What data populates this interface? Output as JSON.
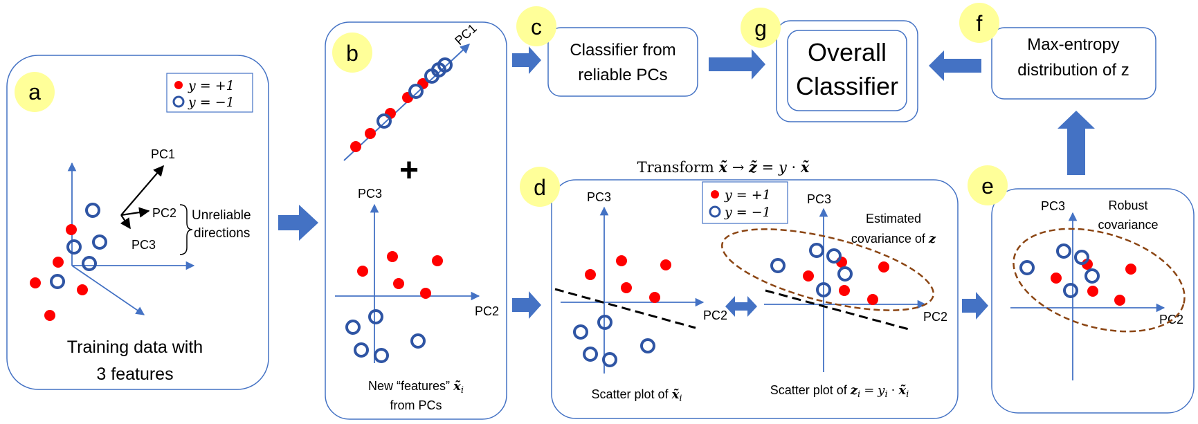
{
  "colors": {
    "box_stroke": "#4472c4",
    "axis": "#4472c4",
    "arrow": "#4472c4",
    "red": "#ff0000",
    "blue": "#2f55a4",
    "badge_fill": "#ffff99",
    "ellipse": "#8b4513"
  },
  "panel_a": {
    "badge": "a",
    "legend": {
      "pos": "y = +1",
      "neg": "y = −1"
    },
    "pc1": "PC1",
    "pc2": "PC2",
    "pc3": "PC3",
    "unreliable_1": "Unreliable",
    "unreliable_2": "directions",
    "caption_1": "Training data with",
    "caption_2": "3 features"
  },
  "panel_b": {
    "badge": "b",
    "pc1": "PC1",
    "plus": "+",
    "pc3": "PC3",
    "pc2": "PC2",
    "caption_1_pre": "New “features”",
    "caption_1_math": "x̃",
    "caption_1_sub": "i",
    "caption_2": "from PCs"
  },
  "panel_c": {
    "badge": "c",
    "line1": "Classifier from",
    "line2": "reliable PCs"
  },
  "panel_g": {
    "badge": "g",
    "line1": "Overall",
    "line2": "Classifier"
  },
  "panel_f": {
    "badge": "f",
    "line1": "Max-entropy",
    "line2": "distribution of z"
  },
  "transform": {
    "word": "Transform",
    "x": "x̃",
    "arrow": "→",
    "z": "z̃",
    "eq": "=",
    "y": "y",
    "dot": "·",
    "x2": "x̃"
  },
  "panel_d": {
    "badge": "d",
    "legend": {
      "pos": "y = +1",
      "neg": "y = −1"
    },
    "left_pc3": "PC3",
    "left_pc2": "PC2",
    "right_pc3": "PC3",
    "right_pc2": "PC2",
    "est_1": "Estimated",
    "est_2_pre": "covariance of",
    "est_2_math": "z",
    "cap_left_pre": "Scatter plot of",
    "cap_left_math": "x̃",
    "cap_left_sub": "i",
    "cap_right_pre": "Scatter plot of",
    "cap_right_z": "z",
    "cap_right_zsub": "i",
    "cap_right_eq": "=",
    "cap_right_y": "y",
    "cap_right_ysub": "i",
    "cap_right_dot": "·",
    "cap_right_x": "x̃",
    "cap_right_xsub": "i"
  },
  "panel_e": {
    "badge": "e",
    "pc3": "PC3",
    "pc2": "PC2",
    "robust_1": "Robust",
    "robust_2": "covariance"
  }
}
